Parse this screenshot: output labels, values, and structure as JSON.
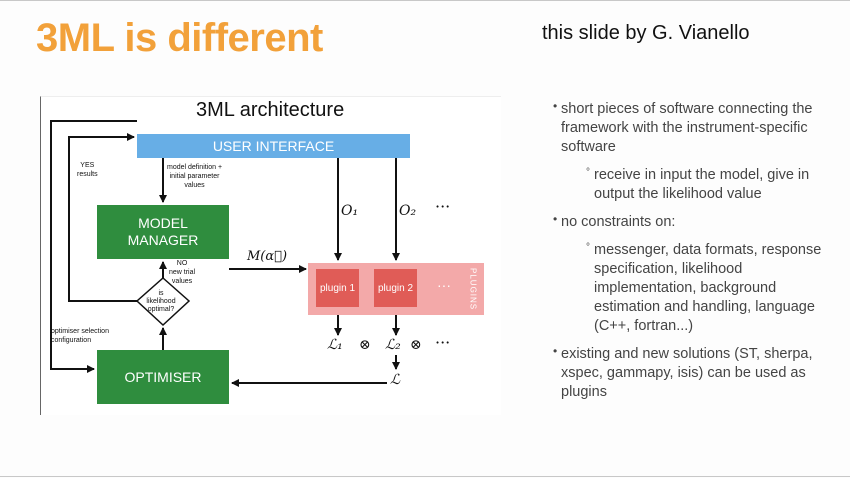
{
  "slide": {
    "title": "3ML is different",
    "credit": "this slide by G. Vianello"
  },
  "diagram": {
    "title": "3ML architecture",
    "user_interface": "USER INTERFACE",
    "model_manager": [
      "MODEL",
      "MANAGER"
    ],
    "optimiser": "OPTIMISER",
    "yes_results": [
      "YES",
      "results"
    ],
    "model_definition": [
      "model definition +",
      "initial parameter",
      "values"
    ],
    "no_trial": [
      "NO",
      "new trial",
      "values"
    ],
    "diamond": [
      "is",
      "likelihood",
      "optimal?"
    ],
    "optimiser_selection": [
      "optimiser selection",
      "configuration"
    ],
    "model_fn": "M(α⃗)",
    "o1": "O₁",
    "o2": "O₂",
    "ellipsis": "···",
    "plugins_label": "PLUGINS",
    "plugin1": "plugin 1",
    "plugin2": "plugin 2",
    "l1": "ℒ₁",
    "l2": "ℒ₂",
    "otimes": "⊗",
    "l": "ℒ"
  },
  "bullets": [
    {
      "level": 1,
      "text": "short pieces of software connecting the framework with the instrument-specific software"
    },
    {
      "level": 2,
      "text": "receive in input the model, give in output the likelihood value"
    },
    {
      "level": 1,
      "text": "no constraints on:"
    },
    {
      "level": 2,
      "text": "messenger, data formats, response specification, likelihood implementation, background estimation and handling, language (C++, fortran...)"
    },
    {
      "level": 1,
      "text": "existing and new solutions (ST, sherpa, xspec, gammapy, isis) can be used as plugins"
    }
  ],
  "colors": {
    "title": "#f2a13a",
    "user_interface": "#67aee6",
    "boxes": "#2f8d3e",
    "plugins_band": "#f3a9a9",
    "plugin_box": "#e05c57"
  }
}
